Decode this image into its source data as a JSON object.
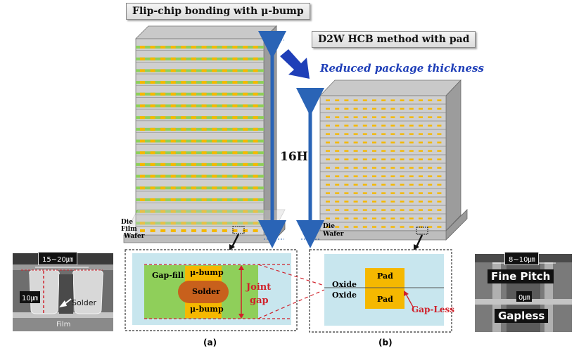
{
  "titles": {
    "left": "Flip-chip bonding with μ-bump",
    "right": "D2W HCB method with pad"
  },
  "annotations": {
    "reduced": "Reduced package thickness",
    "height": "16H",
    "die_left": "Die",
    "film_left": "Film",
    "wafer_left": "Wafer",
    "die_right": "Die",
    "wafer_right": "Wafer"
  },
  "detail_a": {
    "gap_fill": "Gap-fill",
    "bump_top": "μ-bump",
    "solder": "Solder",
    "bump_bottom": "μ-bump",
    "joint": "Joint",
    "gap": "gap",
    "caption": "(a)"
  },
  "detail_b": {
    "oxide_top": "Oxide",
    "oxide_bottom": "Oxide",
    "pad_top": "Pad",
    "pad_bottom": "Pad",
    "gapless": "Gap-Less",
    "caption": "(b)"
  },
  "photo_left": {
    "width": "15~20㎛",
    "height": "10㎛",
    "solder": "Solder",
    "film": "Film"
  },
  "photo_right": {
    "width": "8~10㎛",
    "fine_pitch": "Fine Pitch",
    "zero": "0㎛",
    "gapless": "Gapless"
  },
  "colors": {
    "arrow_blue": "#1f3fb8",
    "bump_orange": "#f5b800",
    "film_green": "#8fcf5a",
    "annot_red": "#d0202a",
    "solder_brown": "#c8601c"
  },
  "stack": {
    "left_dies": 16,
    "right_dies": 16
  }
}
